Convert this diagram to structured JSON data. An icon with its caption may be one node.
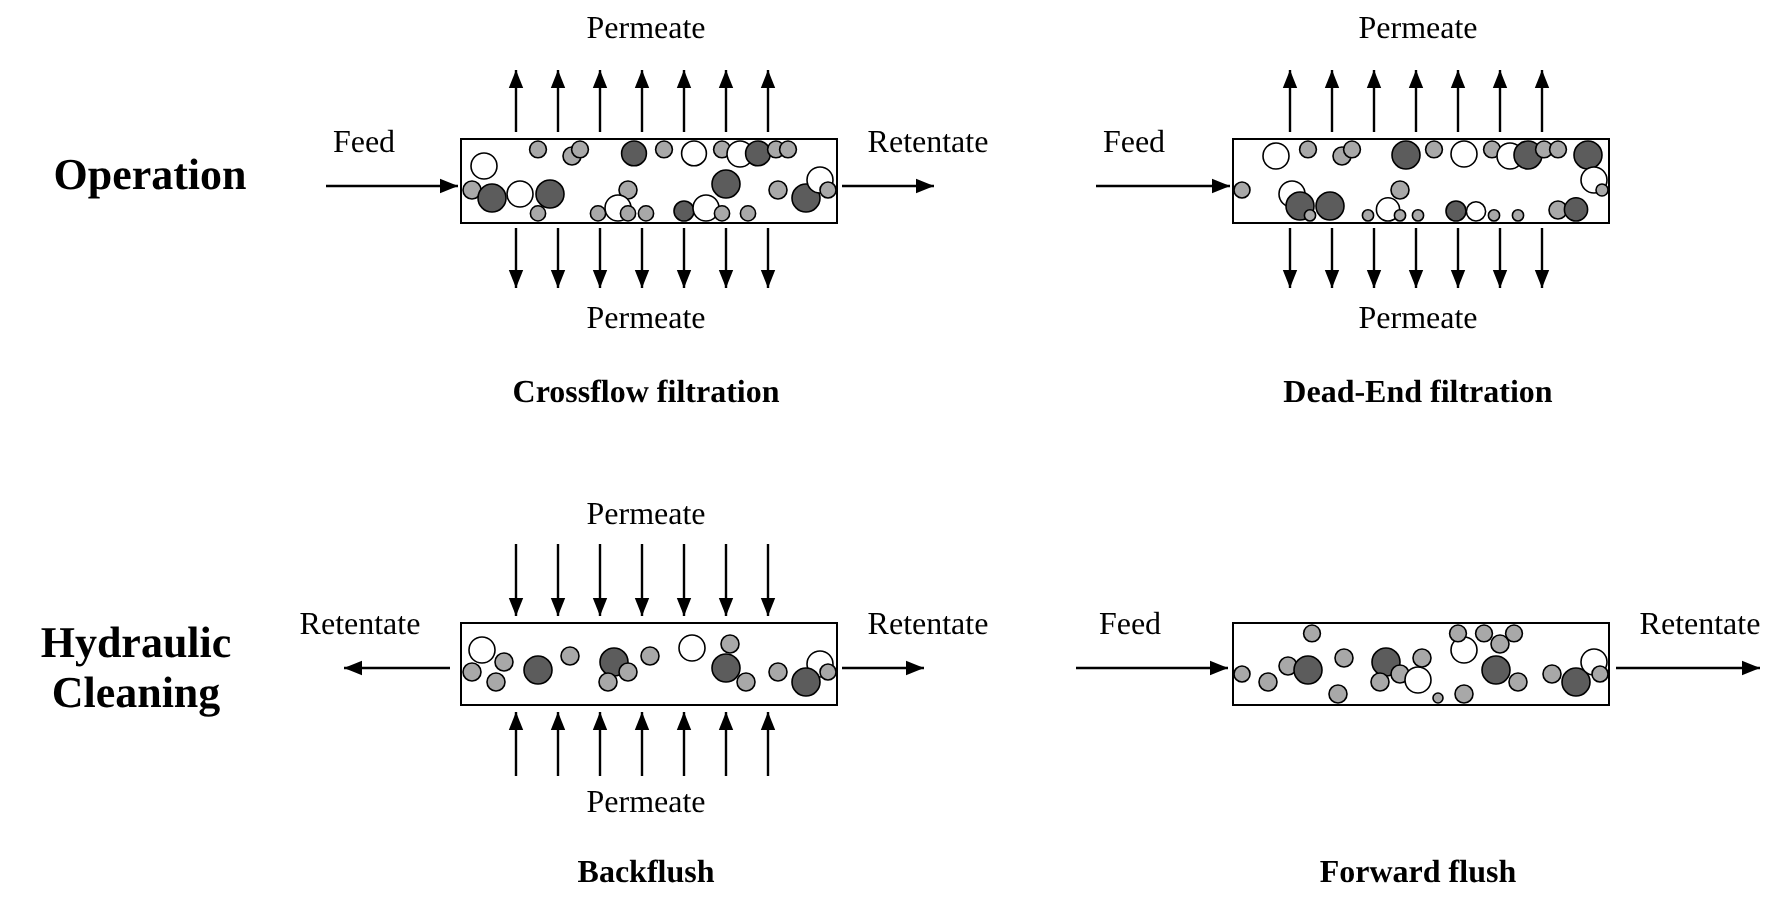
{
  "diagram": {
    "nodes": [
      {
        "text": [
          "Permeate"
        ]
      },
      {
        "text": [
          "Feed"
        ]
      },
      {
        "text": [],
        "shape": "box"
      },
      {
        "text": [
          "Retentate"
        ]
      },
      {
        "text": [
          "Permeate"
        ]
      },
      {
        "text": [
          "Permeate"
        ]
      },
      {
        "text": [
          "Feed"
        ]
      },
      {
        "text": [],
        "shape": "box"
      },
      {
        "text": [
          "Permeate"
        ]
      },
      {
        "text": [
          "Permeate"
        ]
      },
      {
        "text": [
          "Retentate"
        ]
      },
      {
        "text": [],
        "shape": "box"
      },
      {
        "text": [
          "Retentate"
        ]
      },
      {
        "text": [
          "Permeate"
        ]
      },
      {
        "text": [
          "Feed"
        ]
      },
      {
        "text": [],
        "shape": "box"
      },
      {
        "text": [
          "Retentate"
        ]
      }
    ],
    "edges": [
      {
        "from": 1,
        "to": 2,
        "arrow": "to"
      },
      {
        "from": 2,
        "to": 3,
        "arrow": "to"
      },
      {
        "from": 2,
        "to": 0,
        "arrow": "to"
      },
      {
        "from": 2,
        "to": 0,
        "arrow": "to"
      },
      {
        "from": 2,
        "to": 0,
        "arrow": "to"
      },
      {
        "from": 2,
        "to": 0,
        "arrow": "to"
      },
      {
        "from": 2,
        "to": 0,
        "arrow": "to"
      },
      {
        "from": 2,
        "to": 0,
        "arrow": "to"
      },
      {
        "from": 2,
        "to": 0,
        "arrow": "to"
      },
      {
        "from": 2,
        "to": 4,
        "arrow": "to"
      },
      {
        "from": 2,
        "to": 4,
        "arrow": "to"
      },
      {
        "from": 2,
        "to": 4,
        "arrow": "to"
      },
      {
        "from": 2,
        "to": 4,
        "arrow": "to"
      },
      {
        "from": 2,
        "to": 4,
        "arrow": "to"
      },
      {
        "from": 2,
        "to": 4,
        "arrow": "to"
      },
      {
        "from": 2,
        "to": 4,
        "arrow": "to"
      },
      {
        "from": 6,
        "to": 7,
        "arrow": "to"
      },
      {
        "from": 7,
        "to": 5,
        "arrow": "to"
      },
      {
        "from": 7,
        "to": 5,
        "arrow": "to"
      },
      {
        "from": 7,
        "to": 5,
        "arrow": "to"
      },
      {
        "from": 7,
        "to": 5,
        "arrow": "to"
      },
      {
        "from": 7,
        "to": 5,
        "arrow": "to"
      },
      {
        "from": 7,
        "to": 5,
        "arrow": "to"
      },
      {
        "from": 7,
        "to": 5,
        "arrow": "to"
      },
      {
        "from": 7,
        "to": 8,
        "arrow": "to"
      },
      {
        "from": 7,
        "to": 8,
        "arrow": "to"
      },
      {
        "from": 7,
        "to": 8,
        "arrow": "to"
      },
      {
        "from": 7,
        "to": 8,
        "arrow": "to"
      },
      {
        "from": 7,
        "to": 8,
        "arrow": "to"
      },
      {
        "from": 7,
        "to": 8,
        "arrow": "to"
      },
      {
        "from": 7,
        "to": 8,
        "arrow": "to"
      },
      {
        "from": 11,
        "to": 10,
        "arrow": "to"
      },
      {
        "from": 11,
        "to": 12,
        "arrow": "to"
      },
      {
        "from": 9,
        "to": 11,
        "arrow": "to"
      },
      {
        "from": 9,
        "to": 11,
        "arrow": "to"
      },
      {
        "from": 9,
        "to": 11,
        "arrow": "to"
      },
      {
        "from": 9,
        "to": 11,
        "arrow": "to"
      },
      {
        "from": 9,
        "to": 11,
        "arrow": "to"
      },
      {
        "from": 9,
        "to": 11,
        "arrow": "to"
      },
      {
        "from": 9,
        "to": 11,
        "arrow": "to"
      },
      {
        "from": 13,
        "to": 11,
        "arrow": "to"
      },
      {
        "from": 13,
        "to": 11,
        "arrow": "to"
      },
      {
        "from": 13,
        "to": 11,
        "arrow": "to"
      },
      {
        "from": 13,
        "to": 11,
        "arrow": "to"
      },
      {
        "from": 13,
        "to": 11,
        "arrow": "to"
      },
      {
        "from": 13,
        "to": 11,
        "arrow": "to"
      },
      {
        "from": 13,
        "to": 11,
        "arrow": "to"
      },
      {
        "from": 14,
        "to": 15,
        "arrow": "to"
      },
      {
        "from": 15,
        "to": 16,
        "arrow": "to"
      }
    ],
    "labels": [
      "Operation",
      "Crossflow filtration",
      "Dead-End filtration",
      "Hydraulic Cleaning",
      "Backflush",
      "Forward flush"
    ]
  }
}
